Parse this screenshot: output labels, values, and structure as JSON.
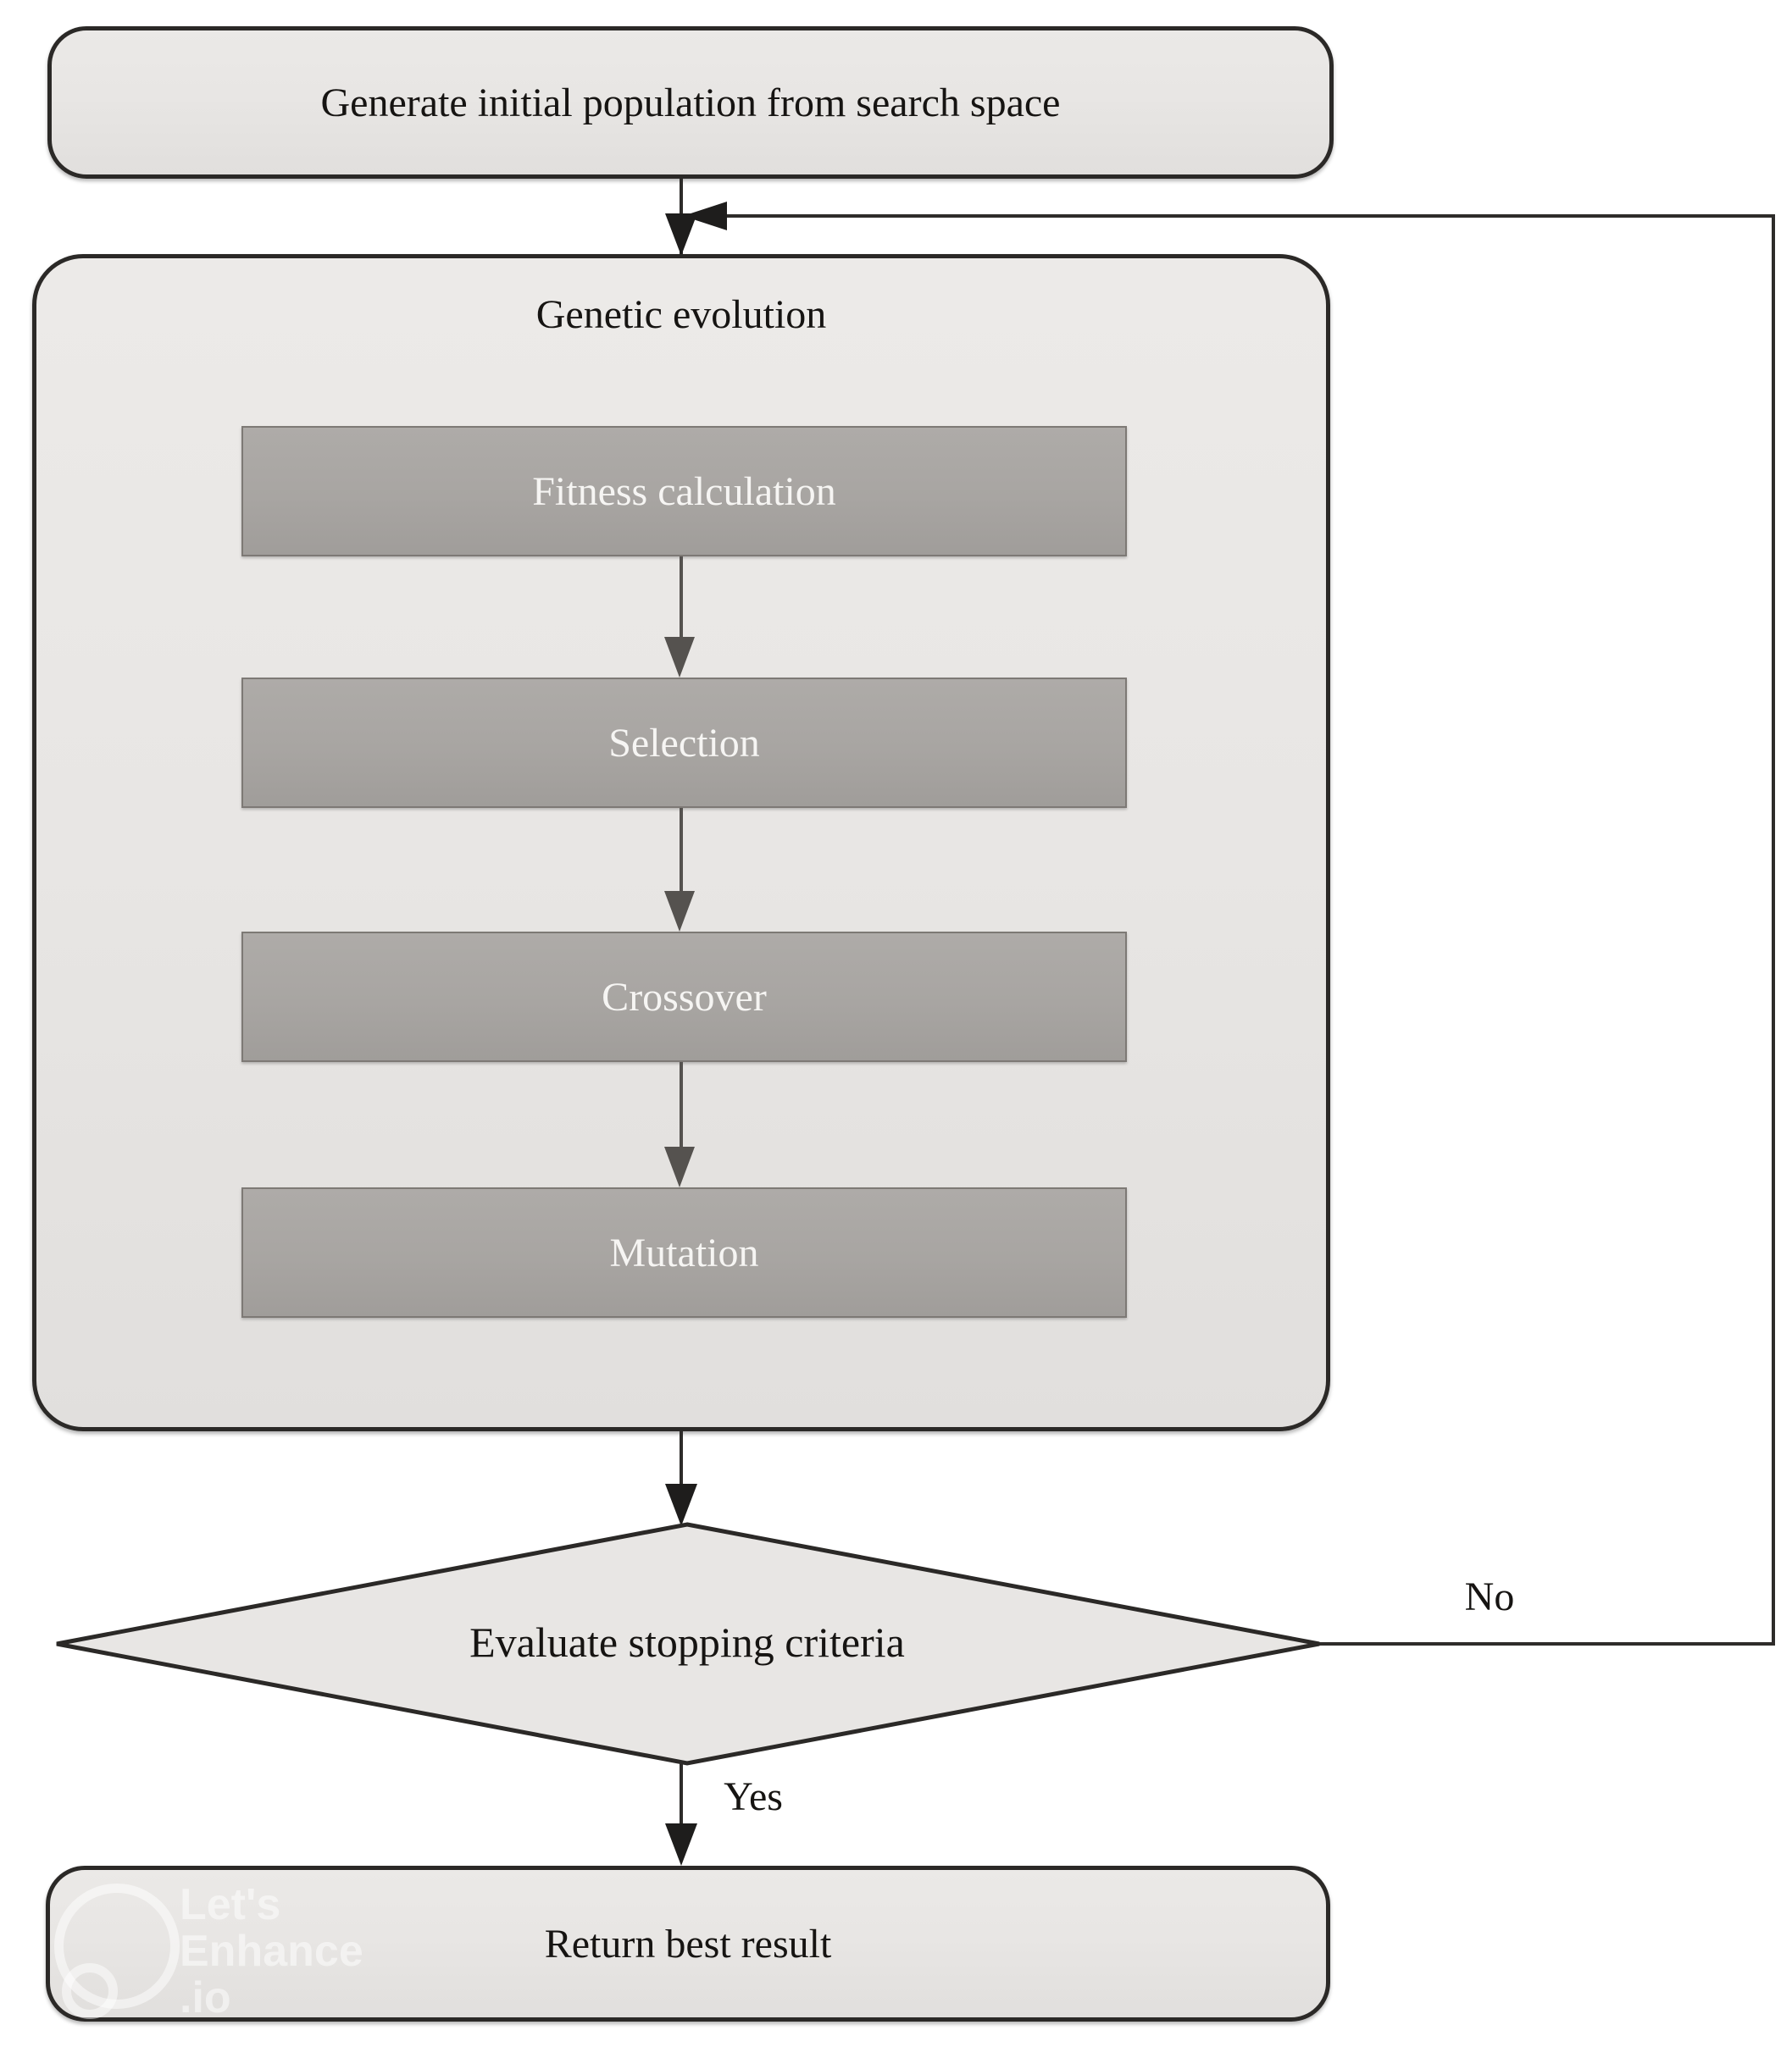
{
  "flowchart": {
    "start": {
      "label": "Generate initial population from search space"
    },
    "loop": {
      "title": "Genetic evolution",
      "steps": [
        {
          "label": "Fitness calculation"
        },
        {
          "label": "Selection"
        },
        {
          "label": "Crossover"
        },
        {
          "label": "Mutation"
        }
      ]
    },
    "decision": {
      "label": "Evaluate stopping criteria",
      "no_label": "No",
      "yes_label": "Yes"
    },
    "end": {
      "label": "Return best result"
    }
  },
  "watermark": {
    "line1": "Let's",
    "line2": "Enhance",
    "line3": ".io"
  },
  "theme": {
    "background": "#ffffff",
    "node_fill": "#e8e6e4",
    "node_border": "#2b2927",
    "step_fill": "#a8a5a2",
    "step_border": "#7d7975",
    "step_text": "#f6f5f3",
    "text": "#161412",
    "line": "#2e2c2a",
    "arrow": "#1e1d1c",
    "step_line": "#55524f",
    "watermark": "rgba(255,255,255,0.5)"
  }
}
